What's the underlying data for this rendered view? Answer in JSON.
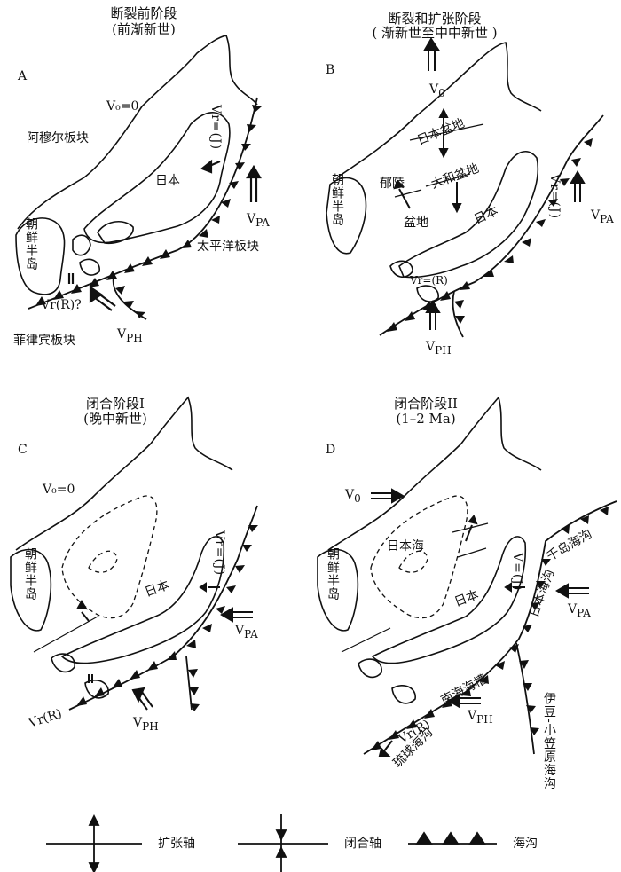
{
  "colors": {
    "ink": "#111111",
    "paper": "#ffffff"
  },
  "panels": {
    "a": {
      "letter": "A",
      "title": "断裂前阶段",
      "subtitle": "(前渐新世)",
      "v0": "V₀=0",
      "amur": "阿穆尔板块",
      "japan": "日本",
      "korea": "朝鲜半岛",
      "pacific_plate": "太平洋板块",
      "philippine_plate": "菲律宾板块",
      "vpa": "V",
      "vpa_sub": "PA",
      "vph": "V",
      "vph_sub": "PH",
      "vrr": "Vr(R)?",
      "vrj": "Vr=(J)"
    },
    "b": {
      "letter": "B",
      "title": "断裂和扩张阶段",
      "subtitle": "( 渐新世至中中新世 )",
      "v0": "V",
      "v0_sub": "0",
      "basin_japan": "日本盆地",
      "basin_yamato": "大和盆地",
      "basin_ulleung": "郁陵",
      "basin_ulleung2": "盆地",
      "japan": "日本",
      "korea": "朝鲜半岛",
      "vrj": "Vr=(J)",
      "vrr": "Vr=(R)",
      "vpa": "V",
      "vpa_sub": "PA",
      "vph": "V",
      "vph_sub": "PH"
    },
    "c": {
      "letter": "C",
      "title": "闭合阶段I",
      "subtitle": "(晚中新世)",
      "v0": "V₀=0",
      "japan": "日本",
      "korea": "朝鲜半岛",
      "vrj": "Vr=(J)",
      "vrr": "Vr(R)",
      "vpa": "V",
      "vpa_sub": "PA",
      "vph": "V",
      "vph_sub": "PH"
    },
    "d": {
      "letter": "D",
      "title": "闭合阶段II",
      "subtitle": "(1–2 Ma)",
      "v0": "V",
      "v0_sub": "0",
      "sea": "日本海",
      "japan": "日本",
      "korea": "朝鲜半岛",
      "kuril": "千岛海沟",
      "japan_trench": "日本海沟",
      "nankai": "南海海槽",
      "ryukyu": "琉球海沟",
      "izu": "伊豆-小笠原海沟",
      "vrj": "V=(J)",
      "vrr": "Vr(R)",
      "vpa": "V",
      "vpa_sub": "PA",
      "vph": "V",
      "vph_sub": "PH"
    }
  },
  "legend": {
    "spreading_axis": "扩张轴",
    "closing_axis": "闭合轴",
    "trench": "海沟"
  }
}
